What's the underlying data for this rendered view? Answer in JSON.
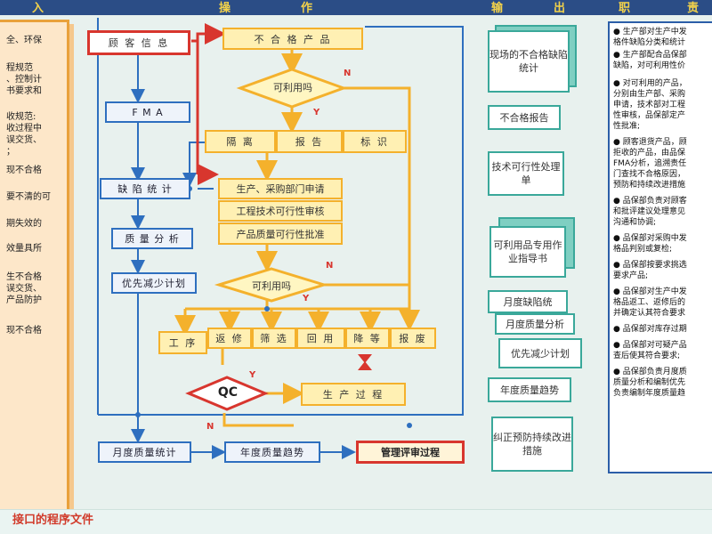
{
  "header": {
    "col1": "入",
    "col2a": "操",
    "col2b": "作",
    "col3a": "输",
    "col3b": "出",
    "col4a": "职",
    "col4b": "责"
  },
  "left_panel": {
    "lines": [
      "全、环保",
      "",
      "程规范",
      "、控制计",
      "书要求和",
      "",
      "收规范:",
      "收过程中",
      "误交货、",
      "；",
      "现不合格",
      "",
      "要不清的可",
      "",
      "期失效的",
      "",
      "效量具所",
      "",
      "生不合格",
      "误交货、",
      "产品防护",
      "",
      "现不合格"
    ]
  },
  "flow": {
    "customer_info": "顾 客 信 息",
    "nonconforming": "不 合 格 产 品",
    "usable1": "可利用吗",
    "yes": "Y",
    "no": "N",
    "isolate": "隔 离",
    "report": "报 告",
    "mark": "标 识",
    "fma": "F M A",
    "defect_stats": "缺 陷 统 计",
    "quality_analysis": "质 量 分 析",
    "reduce_plan": "优先减少计划",
    "dept_apply": "生产、采购部门申请",
    "tech_review": "工程技术可行性审核",
    "quality_approval": "产品质量可行性批准",
    "usable2": "可利用吗",
    "process": "工 序",
    "rework": "返 修",
    "screen": "筛 选",
    "reuse": "回 用",
    "downgrade": "降 等",
    "scrap": "报 废",
    "qc": "QC",
    "production": "生 产 过 程",
    "monthly_stats": "月度质量统计",
    "annual_trend": "年度质量趋势",
    "mgmt_review": "管理评审过程"
  },
  "outputs": {
    "o1": "现场的不合格缺陷统计",
    "o2": "不合格报告",
    "o3": "技术可行性处理单",
    "o4": "可利用品专用作业指导书",
    "o5": "月度缺陷统",
    "o6": "月度质量分析",
    "o7": "优先减少计划",
    "o8": "年度质量趋势",
    "o9": "纠正预防持续改进措施"
  },
  "right_panel": {
    "lines": [
      "● 生产部对生产中发",
      "格件缺陷分类和统计",
      "● 生产部配合品保部",
      "缺陷，对可利用性价",
      "● 对可利用的产品，",
      "分别由生产部、采购",
      "申请，技术部对工程",
      "性审核，品保部定产",
      "性批准;",
      "● 顾客退货产品，顾",
      "拒收的产品，由品保",
      "FMA分析，追溯责任",
      "门查找不合格原因，",
      "预防和持续改进措施",
      "● 品保部负责对顾客",
      "和批评建议处理意见",
      "沟通和协调;",
      "● 品保部对采购中发",
      "格品判别或复检;",
      "● 品保部按要求挑选",
      "要求产品;",
      "● 品保部对生产中发",
      "格品返工、返修后的",
      "并确定认其符合要求",
      "● 品保部对库存过期",
      "● 品保部对可疑产品",
      "查后使其符合要求;",
      "● 品保部负责月度质",
      "质量分析和编制优先",
      "负责编制年度质量趋"
    ]
  },
  "footer": {
    "label": "接口的程序文件"
  }
}
